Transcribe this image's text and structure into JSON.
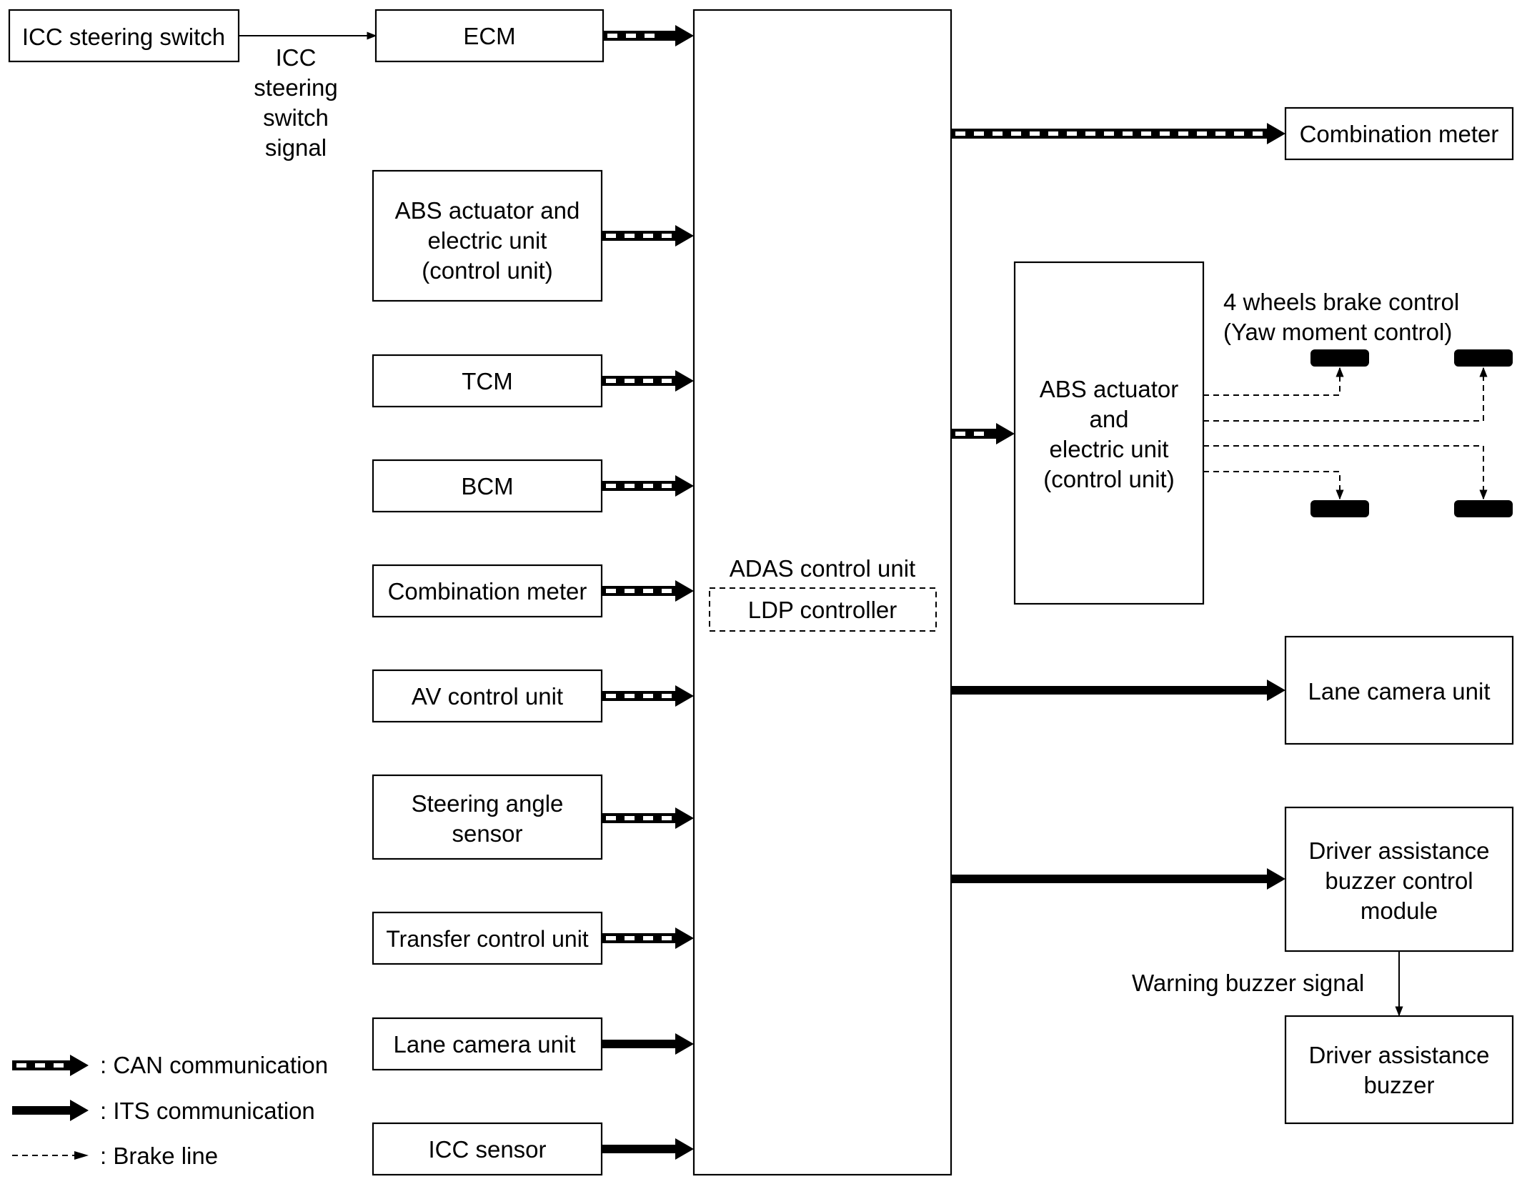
{
  "colors": {
    "line": "#000000",
    "background": "#ffffff"
  },
  "inputs": {
    "icc_steering_switch": "ICC steering switch",
    "icc_signal_label": [
      "ICC",
      "steering",
      "switch",
      "signal"
    ],
    "ecm": "ECM",
    "abs_left": [
      "ABS actuator and",
      "electric unit",
      "(control unit)"
    ],
    "tcm": "TCM",
    "bcm": "BCM",
    "combination_meter": "Combination meter",
    "av_control_unit": "AV control unit",
    "steering_angle_sensor": [
      "Steering angle",
      "sensor"
    ],
    "transfer_control_unit": "Transfer control unit",
    "lane_camera_unit": "Lane camera unit",
    "icc_sensor": "ICC sensor"
  },
  "central": {
    "adas_control_unit": "ADAS control unit",
    "ldp_controller": "LDP controller"
  },
  "outputs": {
    "combination_meter": "Combination meter",
    "abs_right": [
      "ABS actuator",
      "and",
      "electric unit",
      "(control unit)"
    ],
    "brake_control_label": [
      "4 wheels brake control",
      "(Yaw moment control)"
    ],
    "lane_camera_unit": "Lane camera unit",
    "buzzer_control_module": [
      "Driver assistance",
      "buzzer control",
      "module"
    ],
    "warning_buzzer_signal": "Warning buzzer signal",
    "buzzer": [
      "Driver assistance",
      "buzzer"
    ]
  },
  "legend": {
    "can": ": CAN communication",
    "its": ": ITS communication",
    "brake": ": Brake line"
  }
}
